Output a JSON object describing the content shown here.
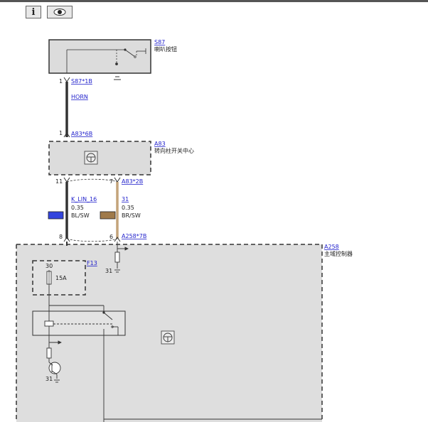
{
  "toolbar": {
    "info_label": "i",
    "info_icon": "info-icon",
    "view_icon": "eye-icon"
  },
  "components": {
    "s87": {
      "id": "S87",
      "name": "喇叭按钮"
    },
    "a83": {
      "id": "A83",
      "name": "转向柱开关中心"
    },
    "a258": {
      "id": "A258",
      "name": "主域控制器"
    },
    "f13": {
      "id": "F13",
      "pin": "30",
      "rating": "15A"
    }
  },
  "connectors": {
    "s87_1b": {
      "id": "S87*1B",
      "pin": "1"
    },
    "a83_6b": {
      "id": "A83*6B",
      "pin": "1"
    },
    "a83_2b": {
      "id": "A83*2B",
      "pin_left": "11",
      "pin_right": "7"
    },
    "a258_7b": {
      "id": "A258*7B",
      "pin_left": "8",
      "pin_right": "6"
    }
  },
  "wires": {
    "horn": {
      "signal": "HORN",
      "color": "#333333"
    },
    "klin": {
      "signal": "K_LIN_16",
      "gauge": "0.35",
      "code": "BL/SW",
      "swatch": "#3344dd"
    },
    "w31": {
      "signal": "31",
      "gauge": "0.35",
      "code": "BR/SW",
      "swatch": "#a07a4a"
    }
  },
  "grounds": {
    "g1": "31",
    "g2": "31"
  },
  "colors": {
    "component_fill": "#dcdcdc",
    "a258_fill": "#dedede",
    "wire_brown": "#c4a47a",
    "link": "#2222cc"
  }
}
